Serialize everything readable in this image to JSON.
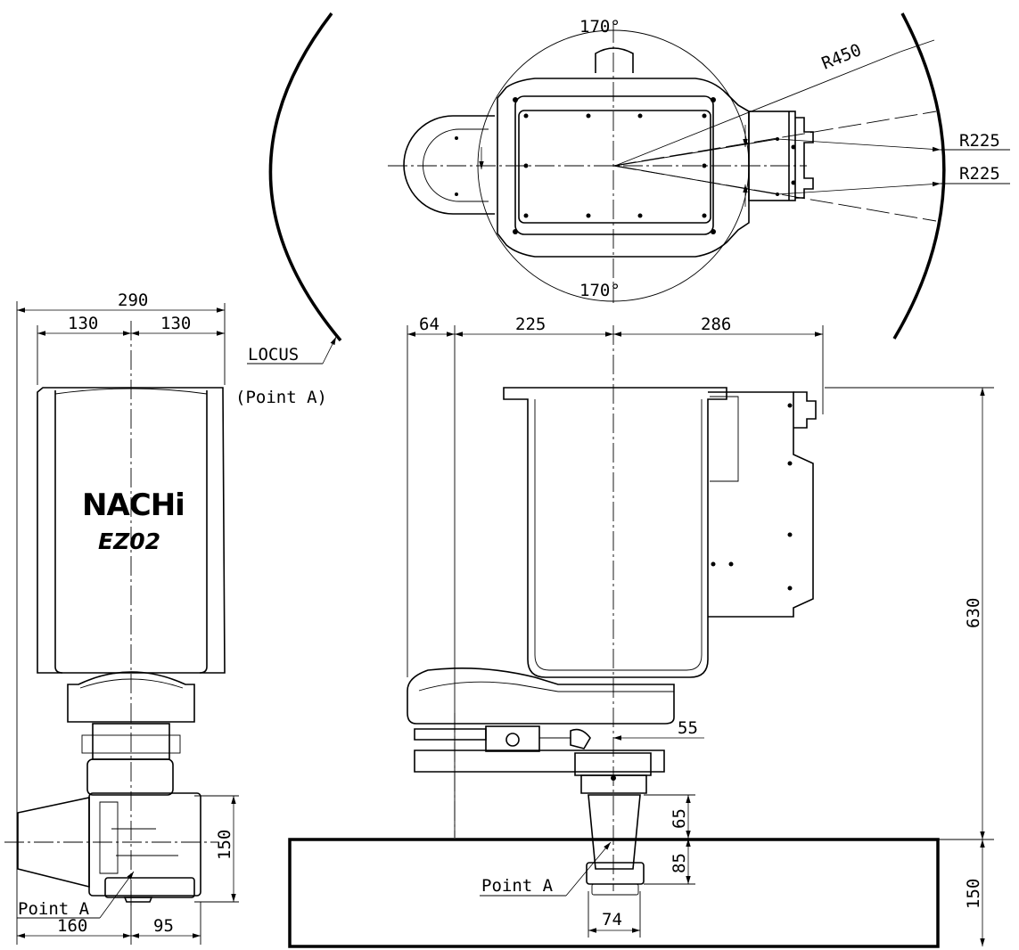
{
  "labels": {
    "angle_top": "170°",
    "angle_bottom": "170°",
    "r450": "R450",
    "r225_upper": "R225",
    "r225_lower": "R225",
    "locus_line1": "LOCUS",
    "locus_line2": "(Point  A)",
    "brand": "NACHi",
    "model": "EZ02",
    "point_a_left": "Point  A",
    "point_a_right": "Point  A"
  },
  "dimensions": {
    "d290": "290",
    "d130_left": "130",
    "d130_right": "130",
    "d160": "160",
    "d95": "95",
    "d150_left": "150",
    "d64": "64",
    "d225": "225",
    "d286": "286",
    "d630": "630",
    "d55": "55",
    "d65": "65",
    "d85": "85",
    "d74": "74",
    "d150_right": "150"
  }
}
